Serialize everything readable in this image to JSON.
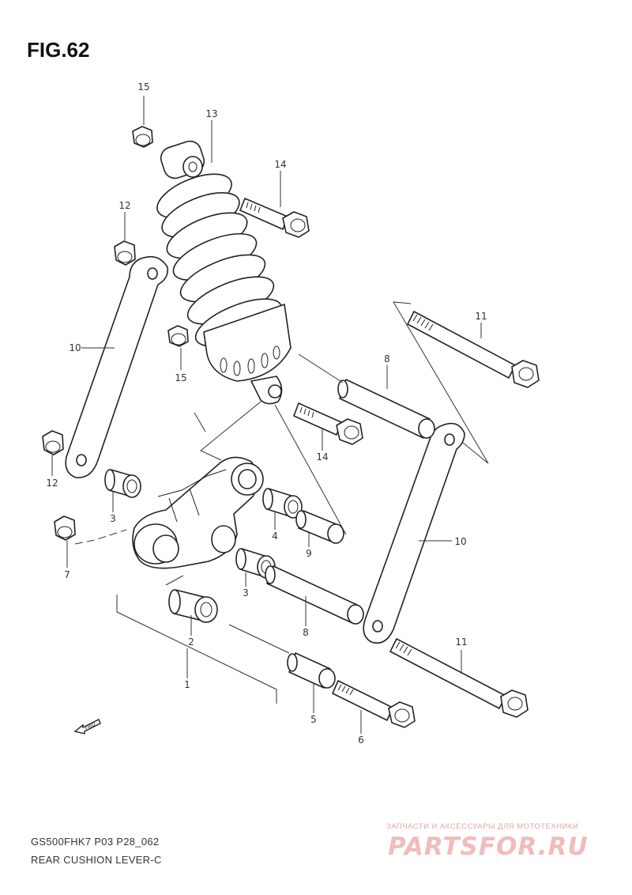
{
  "figure": {
    "title": "FIG.62"
  },
  "callouts": [
    {
      "id": "c15a",
      "label": "15"
    },
    {
      "id": "c13",
      "label": "13"
    },
    {
      "id": "c14a",
      "label": "14"
    },
    {
      "id": "c12a",
      "label": "12"
    },
    {
      "id": "c11a",
      "label": "11"
    },
    {
      "id": "c10a",
      "label": "10"
    },
    {
      "id": "c15b",
      "label": "15"
    },
    {
      "id": "c8a",
      "label": "8"
    },
    {
      "id": "c14b",
      "label": "14"
    },
    {
      "id": "c12b",
      "label": "12"
    },
    {
      "id": "c3a",
      "label": "3"
    },
    {
      "id": "c4",
      "label": "4"
    },
    {
      "id": "c9",
      "label": "9"
    },
    {
      "id": "c10b",
      "label": "10"
    },
    {
      "id": "c7",
      "label": "7"
    },
    {
      "id": "c3b",
      "label": "3"
    },
    {
      "id": "c8b",
      "label": "8"
    },
    {
      "id": "c11b",
      "label": "11"
    },
    {
      "id": "c2",
      "label": "2"
    },
    {
      "id": "c1",
      "label": "1"
    },
    {
      "id": "c5",
      "label": "5"
    },
    {
      "id": "c6",
      "label": "6"
    }
  ],
  "fwd_label": "FWD",
  "footer": {
    "model_code": "GS500FHK7 P03 P28_062",
    "section_name": "REAR CUSHION LEVER-C"
  },
  "watermark": {
    "caption": "ЗАПЧАСТИ И АКСЕССУАРЫ ДЛЯ МОТОТЕХНИКИ",
    "logo": "PARTSFOR.RU"
  }
}
